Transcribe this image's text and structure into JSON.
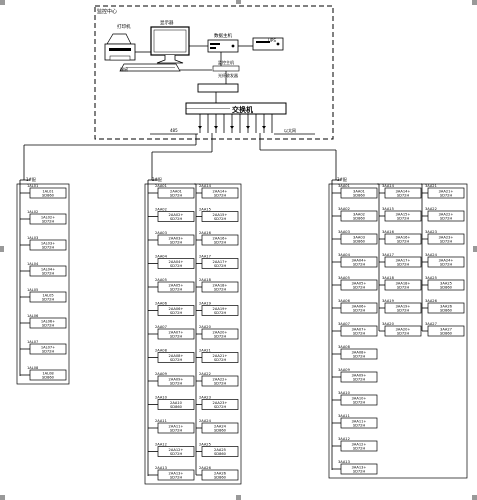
{
  "control_room": {
    "title": "监控中心",
    "printer_label": "打印机",
    "monitor_label": "显示器",
    "host_label": "数据主机",
    "ups_label": "UPS",
    "keyboard_label": "键鼠",
    "host_sub_label": "监控主机",
    "converter_label": "光纤收发器"
  },
  "switch_label": "交换机",
  "bus_labels": [
    "485",
    "以太网"
  ],
  "groups": [
    {
      "label": "1#配",
      "devices": [
        {
          "id": "1AL01",
          "l1": "1AL01",
          "l2": "SD860"
        },
        {
          "id": "1AL02",
          "l1": "1AL02+",
          "l2": "SD72H"
        },
        {
          "id": "1AL03",
          "l1": "1AL03+",
          "l2": "SD72H"
        },
        {
          "id": "1AL04",
          "l1": "1AL04+",
          "l2": "SD72H"
        },
        {
          "id": "1AL05",
          "l1": "1AL05",
          "l2": "SD72H"
        },
        {
          "id": "1AL06",
          "l1": "1AL06+",
          "l2": "SD72H"
        },
        {
          "id": "1AL07",
          "l1": "1AL07+",
          "l2": "SD72H"
        },
        {
          "id": "1AL08",
          "l1": "1AL08",
          "l2": "SD860"
        }
      ]
    },
    {
      "label": "2#配",
      "devices": [
        {
          "id": "2AA01",
          "l1": "2AA01",
          "l2": "SD72H"
        },
        {
          "id": "2AA02",
          "l1": "2AA02+",
          "l2": "SD72H"
        },
        {
          "id": "2AA03",
          "l1": "2AA03+",
          "l2": "SD72H"
        },
        {
          "id": "2AA04",
          "l1": "2AA04+",
          "l2": "SD72H"
        },
        {
          "id": "2AA05",
          "l1": "2AA05+",
          "l2": "SD72H"
        },
        {
          "id": "2AA06",
          "l1": "2AA06+",
          "l2": "SD72H"
        },
        {
          "id": "2AA07",
          "l1": "2AA07+",
          "l2": "SD72H"
        },
        {
          "id": "2AA08",
          "l1": "2AA08+",
          "l2": "SD72H"
        },
        {
          "id": "2AA09",
          "l1": "2AA09+",
          "l2": "SD72H"
        },
        {
          "id": "2AA10",
          "l1": "2AA10",
          "l2": "SD860"
        },
        {
          "id": "2AA11",
          "l1": "2AA11+",
          "l2": "SD72H"
        },
        {
          "id": "2AA12",
          "l1": "2AA12+",
          "l2": "SD72H"
        },
        {
          "id": "2AA13",
          "l1": "2AA13+",
          "l2": "SD72H"
        },
        {
          "id": "2AA14",
          "l1": "2AA14+",
          "l2": "SD72H"
        },
        {
          "id": "2AA15",
          "l1": "2AA15+",
          "l2": "SD72H"
        },
        {
          "id": "2AA16",
          "l1": "2AA16+",
          "l2": "SD72H"
        },
        {
          "id": "2AA17",
          "l1": "2AA17+",
          "l2": "SD72H"
        },
        {
          "id": "2AA18",
          "l1": "2AA18+",
          "l2": "SD72H"
        },
        {
          "id": "2AA19",
          "l1": "2AA19+",
          "l2": "SD72H"
        },
        {
          "id": "2AA20",
          "l1": "2AA20+",
          "l2": "SD72H"
        },
        {
          "id": "2AA21",
          "l1": "2AA21+",
          "l2": "SD72H"
        },
        {
          "id": "2AA22",
          "l1": "2AA22+",
          "l2": "SD72H"
        },
        {
          "id": "2AA23",
          "l1": "2AA23+",
          "l2": "SD72H"
        },
        {
          "id": "2AA24",
          "l1": "2AA24",
          "l2": "SD860"
        },
        {
          "id": "2AA25",
          "l1": "2AA25",
          "l2": "SD860"
        },
        {
          "id": "2AA26",
          "l1": "2AA26",
          "l2": "SD860"
        }
      ]
    },
    {
      "label": "3#配",
      "devices": [
        {
          "id": "3AA01",
          "l1": "3AA01",
          "l2": "SD860"
        },
        {
          "id": "3AA02",
          "l1": "3AA02",
          "l2": "SD860"
        },
        {
          "id": "3AA03",
          "l1": "3AA03",
          "l2": "SD860"
        },
        {
          "id": "3AA04",
          "l1": "3AA04+",
          "l2": "SD72H"
        },
        {
          "id": "3AA05",
          "l1": "3AA05+",
          "l2": "SD72H"
        },
        {
          "id": "3AA06",
          "l1": "3AA06+",
          "l2": "SD72H"
        },
        {
          "id": "3AA07",
          "l1": "3AA07+",
          "l2": "SD72H"
        },
        {
          "id": "3AA08",
          "l1": "3AA08+",
          "l2": "SD72H"
        },
        {
          "id": "3AA09",
          "l1": "3AA09+",
          "l2": "SD72H"
        },
        {
          "id": "3AA10",
          "l1": "3AA10+",
          "l2": "SD72H"
        },
        {
          "id": "3AA11",
          "l1": "3AA11+",
          "l2": "SD72H"
        },
        {
          "id": "3AA12",
          "l1": "3AA12+",
          "l2": "SD72H"
        },
        {
          "id": "3AA13",
          "l1": "3AA13+",
          "l2": "SD72H"
        },
        {
          "id": "3AA14",
          "l1": "3AA14+",
          "l2": "SD72H"
        },
        {
          "id": "3AA15",
          "l1": "3AA15+",
          "l2": "SD72H"
        },
        {
          "id": "3AA16",
          "l1": "3AA16+",
          "l2": "SD72H"
        },
        {
          "id": "3AA17",
          "l1": "3AA17+",
          "l2": "SD72H"
        },
        {
          "id": "3AA18",
          "l1": "3AA18+",
          "l2": "SD72H"
        },
        {
          "id": "3AA19",
          "l1": "3AA19+",
          "l2": "SD72H"
        },
        {
          "id": "3AA20",
          "l1": "3AA20+",
          "l2": "SD72H"
        },
        {
          "id": "3AA21",
          "l1": "3AA21+",
          "l2": "SD72H"
        },
        {
          "id": "3AA22",
          "l1": "3AA22+",
          "l2": "SD72H"
        },
        {
          "id": "3AA23",
          "l1": "3AA23+",
          "l2": "SD72H"
        },
        {
          "id": "3AA24",
          "l1": "3AA24+",
          "l2": "SD72H"
        },
        {
          "id": "3AA25",
          "l1": "3AA25",
          "l2": "SD860"
        },
        {
          "id": "3AA26",
          "l1": "3AA26",
          "l2": "SD860"
        },
        {
          "id": "3AA27",
          "l1": "3AA27",
          "l2": "SD860"
        }
      ]
    }
  ]
}
